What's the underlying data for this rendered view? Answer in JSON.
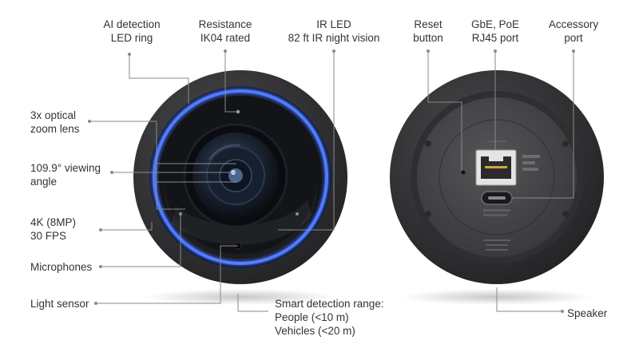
{
  "labels": {
    "ai_ring": [
      "AI detection",
      "LED ring"
    ],
    "resistance": [
      "Resistance",
      "IK04 rated"
    ],
    "ir_led": [
      "IR LED",
      "82 ft IR night vision"
    ],
    "reset": [
      "Reset",
      "button"
    ],
    "gbe": [
      "GbE, PoE",
      "RJ45 port"
    ],
    "accessory": [
      "Accessory",
      "port"
    ],
    "zoom": [
      "3x optical",
      "zoom lens"
    ],
    "viewing": [
      "109.9° viewing",
      "angle"
    ],
    "resolution": [
      "4K (8MP)",
      "30 FPS"
    ],
    "microphones": "Microphones",
    "light_sensor": "Light sensor",
    "smart_detection": [
      "Smart detection range:",
      "People (<10 m)",
      "Vehicles (<20 m)"
    ],
    "speaker": "Speaker"
  },
  "colors": {
    "text": "#333333",
    "leader": "#8a8a8a",
    "led_ring": "#3d6bff",
    "housing": "#3a3a3c",
    "base": "#4a4a4c"
  },
  "icons": [
    "camera-front-view",
    "camera-back-view",
    "rj45-port",
    "usb-c-port"
  ]
}
